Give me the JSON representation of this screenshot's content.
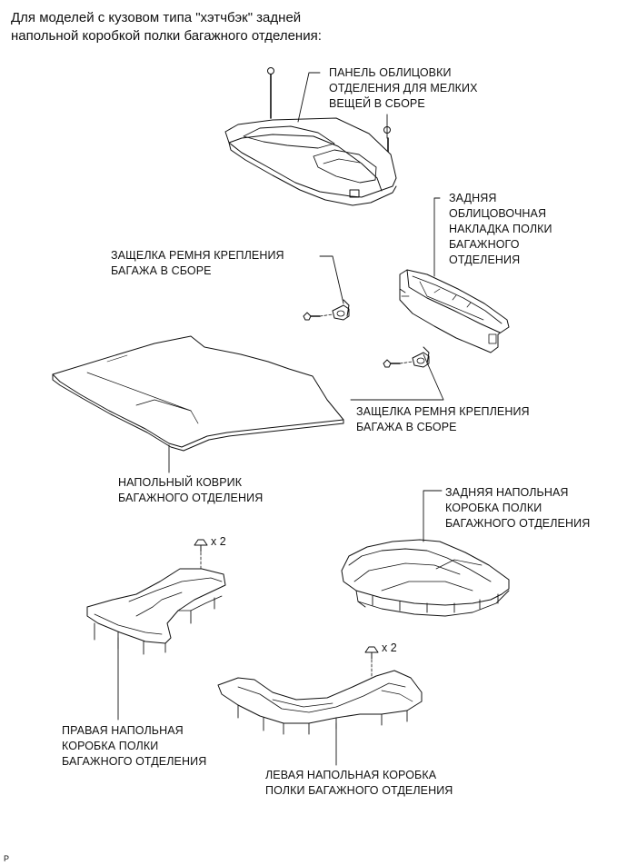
{
  "heading": {
    "line1": "Для моделей с кузовом типа \"хэтчбэк\" задней",
    "line2": "напольной коробкой полки багажного отделения:"
  },
  "labels": {
    "deck_trim_panel": [
      "ПАНЕЛЬ ОБЛИЦОВКИ",
      "ОТДЕЛЕНИЯ ДЛЯ МЕЛКИХ",
      "ВЕЩЕЙ В СБОРЕ"
    ],
    "rear_shelf_trim": [
      "ЗАДНЯЯ",
      "ОБЛИЦОВОЧНАЯ",
      "НАКЛАДКА ПОЛКИ",
      "БАГАЖНОГО",
      "ОТДЕЛЕНИЯ"
    ],
    "luggage_hold_belt_striker_1": [
      "ЗАЩЕЛКА РЕМНЯ КРЕПЛЕНИЯ",
      "БАГАЖА В СБОРЕ"
    ],
    "luggage_hold_belt_striker_2": [
      "ЗАЩЕЛКА РЕМНЯ КРЕПЛЕНИЯ",
      "БАГАЖА В СБОРЕ"
    ],
    "floor_mat": [
      "НАПОЛЬНЫЙ КОВРИК",
      "БАГАЖНОГО ОТДЕЛЕНИЯ"
    ],
    "rear_floor_box": [
      "ЗАДНЯЯ НАПОЛЬНАЯ",
      "КОРОБКА ПОЛКИ",
      "БАГАЖНОГО ОТДЕЛЕНИЯ"
    ],
    "right_floor_box": [
      "ПРАВАЯ НАПОЛЬНАЯ",
      "КОРОБКА ПОЛКИ",
      "БАГАЖНОГО ОТДЕЛЕНИЯ"
    ],
    "left_floor_box": [
      "ЛЕВАЯ НАПОЛЬНАЯ КОРОБКА",
      "ПОЛКИ БАГАЖНОГО ОТДЕЛЕНИЯ"
    ]
  },
  "quantities": {
    "clip_right": "x 2",
    "clip_left": "x 2"
  },
  "corner_mark": "P"
}
